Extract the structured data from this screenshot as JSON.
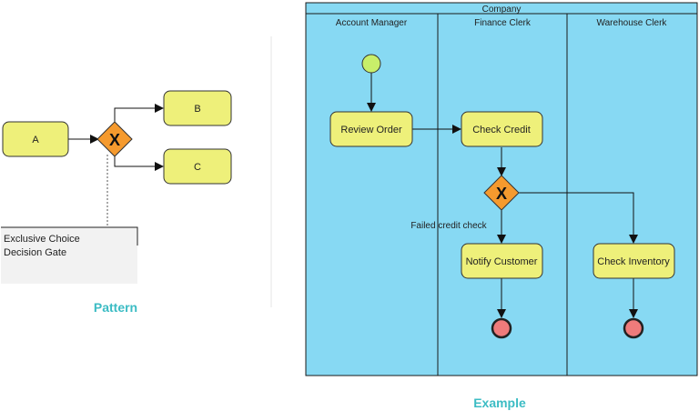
{
  "pattern": {
    "nodes": {
      "a": "A",
      "b": "B",
      "c": "C"
    },
    "gateway_symbol": "X",
    "note_lines": [
      "Exclusive Choice",
      "Decision Gate"
    ],
    "caption": "Pattern"
  },
  "example": {
    "pool_title": "Company",
    "lanes": [
      "Account Manager",
      "Finance Clerk",
      "Warehouse Clerk"
    ],
    "tasks": {
      "review_order": "Review Order",
      "check_credit": "Check Credit",
      "notify_customer": "Notify Customer",
      "check_inventory": "Check Inventory"
    },
    "gateway_symbol": "X",
    "edge_label": "Failed credit check",
    "caption": "Example"
  },
  "colors": {
    "task_fill": "#eef07a",
    "task_stroke": "#333333",
    "gateway_fill": "#f59a2e",
    "start_fill": "#c8ef6a",
    "end_fill": "#ef7b7b",
    "pool_fill": "#87d9f3",
    "note_fill": "#f2f2f2",
    "caption_color": "#3cbcc4"
  }
}
